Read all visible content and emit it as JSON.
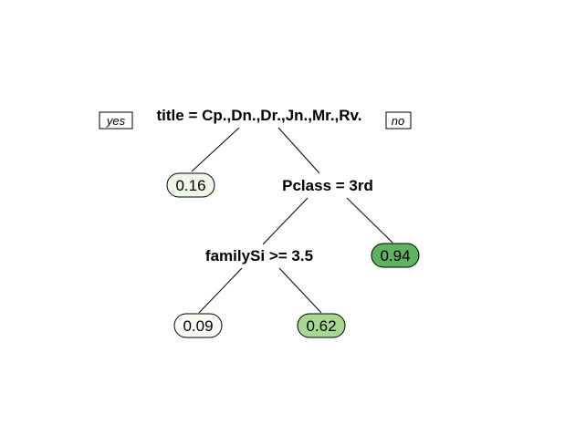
{
  "tree": {
    "branch_labels": {
      "yes": "yes",
      "no": "no"
    },
    "root": {
      "label": "title = Cp.,Dn.,Dr.,Jn.,Mr.,Rv."
    },
    "split2": {
      "label": "Pclass = 3rd"
    },
    "split3": {
      "label": "familySi >= 3.5"
    },
    "leaves": {
      "leaf_root_yes": {
        "value": "0.16",
        "fill": "#eef6e8"
      },
      "leaf_split2_no": {
        "value": "0.94",
        "fill": "#5db35f"
      },
      "leaf_split3_yes": {
        "value": "0.09",
        "fill": "#f8fcf5"
      },
      "leaf_split3_no": {
        "value": "0.62",
        "fill": "#a6d892"
      }
    }
  }
}
